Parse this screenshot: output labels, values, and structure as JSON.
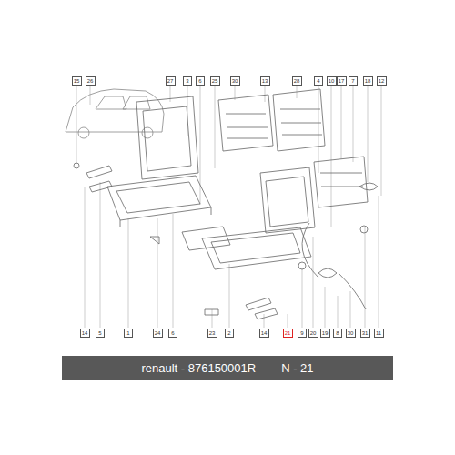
{
  "diagram": {
    "nodes": [
      {
        "text": [
          "15"
        ]
      },
      {
        "text": [
          "26"
        ]
      },
      {
        "text": [
          "27"
        ]
      },
      {
        "text": [
          "3"
        ]
      },
      {
        "text": [
          "6"
        ]
      },
      {
        "text": [
          "25"
        ]
      },
      {
        "text": [
          "30"
        ]
      },
      {
        "text": [
          "13"
        ]
      },
      {
        "text": [
          "28"
        ]
      },
      {
        "text": [
          "4"
        ]
      },
      {
        "text": [
          "10"
        ]
      },
      {
        "text": [
          "17"
        ]
      },
      {
        "text": [
          "7"
        ]
      },
      {
        "text": [
          "18"
        ]
      },
      {
        "text": [
          "12"
        ]
      },
      {
        "text": [
          "14"
        ]
      },
      {
        "text": [
          "5"
        ]
      },
      {
        "text": [
          "1"
        ]
      },
      {
        "text": [
          "24"
        ]
      },
      {
        "text": [
          "6"
        ]
      },
      {
        "text": [
          "23"
        ]
      },
      {
        "text": [
          "2"
        ]
      },
      {
        "text": [
          "14"
        ]
      },
      {
        "text": [
          "21"
        ]
      },
      {
        "text": [
          "9"
        ]
      },
      {
        "text": [
          "20"
        ]
      },
      {
        "text": [
          "19"
        ]
      },
      {
        "text": [
          "8"
        ]
      },
      {
        "text": [
          "30"
        ]
      },
      {
        "text": [
          "31"
        ]
      },
      {
        "text": [
          "11"
        ]
      },
      {
        "text": [
          "renault - 876150001R",
          "N - 21"
        ]
      }
    ]
  }
}
